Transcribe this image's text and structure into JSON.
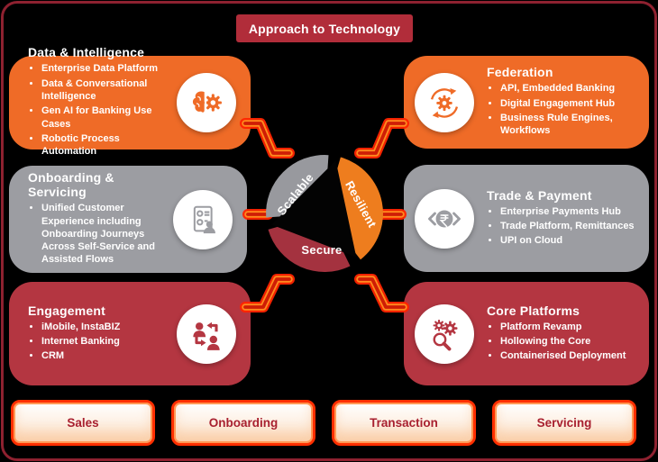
{
  "banner": {
    "title": "Approach to Technology"
  },
  "boxes": [
    {
      "id": "data-intelligence",
      "title": "Data & Intelligence",
      "icon": "brain-gear-icon",
      "color": "#ef6b27",
      "bullets": [
        "Enterprise Data Platform",
        "Data & Conversational Intelligence",
        "Gen AI for Banking Use Cases",
        "Robotic Process Automation"
      ]
    },
    {
      "id": "onboarding-servicing",
      "title": "Onboarding & Servicing",
      "icon": "id-card-people-icon",
      "color": "#9c9da2",
      "bullets": [
        "Unified Customer Experience including Onboarding Journeys Across Self-Service and Assisted Flows"
      ]
    },
    {
      "id": "engagement",
      "title": "Engagement",
      "icon": "people-exchange-icon",
      "color": "#b43641",
      "bullets": [
        "iMobile, InstaBIZ",
        "Internet Banking",
        "CRM"
      ]
    },
    {
      "id": "federation",
      "title": "Federation",
      "icon": "gear-refresh-icon",
      "color": "#ef6b27",
      "bullets": [
        "API, Embedded Banking",
        "Digital Engagement Hub",
        "Business Rule Engines, Workflows"
      ]
    },
    {
      "id": "trade-payment",
      "title": "Trade & Payment",
      "icon": "rupee-coin-icon",
      "color": "#9c9da2",
      "bullets": [
        "Enterprise Payments Hub",
        "Trade Platform, Remittances",
        "UPI on Cloud"
      ]
    },
    {
      "id": "core-platforms",
      "title": "Core Platforms",
      "icon": "gears-magnifier-icon",
      "color": "#b43641",
      "bullets": [
        "Platform Revamp",
        "Hollowing the Core",
        "Containerised Deployment"
      ]
    }
  ],
  "triangle": {
    "segments": [
      {
        "label": "Scalable",
        "color": "#98999e"
      },
      {
        "label": "Resilient",
        "color": "#ee7d1e"
      },
      {
        "label": "Secure",
        "color": "#a4323f"
      }
    ]
  },
  "footer": {
    "buttons": [
      {
        "label": "Sales"
      },
      {
        "label": "Onboarding"
      },
      {
        "label": "Transaction"
      },
      {
        "label": "Servicing"
      }
    ]
  },
  "colors": {
    "background": "#000000",
    "frame_border": "#8e2130",
    "banner": "#b12d3a",
    "connector": "#ff2400",
    "button_border": "#ff2f00",
    "button_text": "#a8202f"
  }
}
